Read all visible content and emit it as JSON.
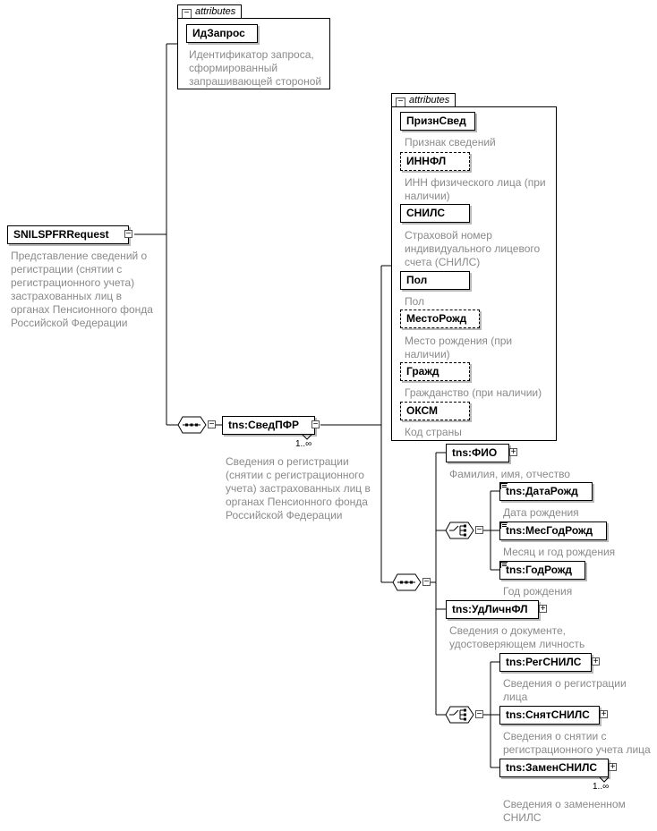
{
  "root": {
    "name": "SNILSPFRRequest",
    "description": "Представление сведений о регистрации (снятии с регистрационного учета) застрахованных лиц в органах Пенсионного фонда Российской Федерации"
  },
  "root_attributes": {
    "header": "attributes",
    "items": [
      {
        "name": "ИдЗапрос",
        "description": "Идентификатор запроса, сформированный запрашивающей стороной"
      }
    ]
  },
  "sved_pfr": {
    "name": "tns:СведПФР",
    "multiplicity": "1..∞",
    "description": "Сведения о регистрации (снятии с регистрационного учета) застрахованных лиц в органах Пенсионного фонда Российской Федерации"
  },
  "sved_attributes": {
    "header": "attributes",
    "items": [
      {
        "name": "ПризнСвед",
        "description": "Признак сведений",
        "optional": false
      },
      {
        "name": "ИННФЛ",
        "description": "ИНН физического лица (при наличии)",
        "optional": true
      },
      {
        "name": "СНИЛС",
        "description": "Страховой номер индивидуального лицевого счета (СНИЛС)",
        "optional": false
      },
      {
        "name": "Пол",
        "description": "Пол",
        "optional": false
      },
      {
        "name": "МестоРожд",
        "description": "Место рождения (при наличии)",
        "optional": true
      },
      {
        "name": "Гражд",
        "description": "Гражданство (при наличии)",
        "optional": true
      },
      {
        "name": "ОКСМ",
        "description": "Код страны",
        "optional": true
      }
    ]
  },
  "fio": {
    "name": "tns:ФИО",
    "description": "Фамилия, имя, отчество"
  },
  "birth_choice": [
    {
      "name": "tns:ДатаРожд",
      "description": "Дата рождения"
    },
    {
      "name": "tns:МесГодРожд",
      "description": "Месяц и год рождения"
    },
    {
      "name": "tns:ГодРожд",
      "description": "Год рождения"
    }
  ],
  "ud_lichn": {
    "name": "tns:УдЛичнФЛ",
    "description": "Сведения о документе, удостоверяющем личность"
  },
  "status_choice": [
    {
      "name": "tns:РегСНИЛС",
      "description": "Сведения о регистрации лица"
    },
    {
      "name": "tns:СнятСНИЛС",
      "description": "Сведения о снятии с регистрационного учета лица"
    },
    {
      "name": "tns:ЗаменСНИЛС",
      "description": "Сведения о замененном СНИЛС",
      "multiplicity": "1..∞"
    }
  ]
}
